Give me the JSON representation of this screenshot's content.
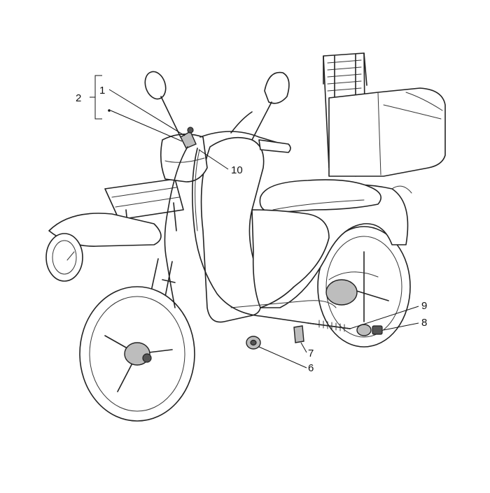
{
  "callouts": {
    "c2": "2",
    "c1": "1",
    "c10": "10",
    "c9": "9",
    "c8": "8",
    "c7": "7",
    "c6": "6"
  },
  "colors": {
    "line": "#222222",
    "background": "#ffffff",
    "part_fill": "#bdbdbd"
  }
}
